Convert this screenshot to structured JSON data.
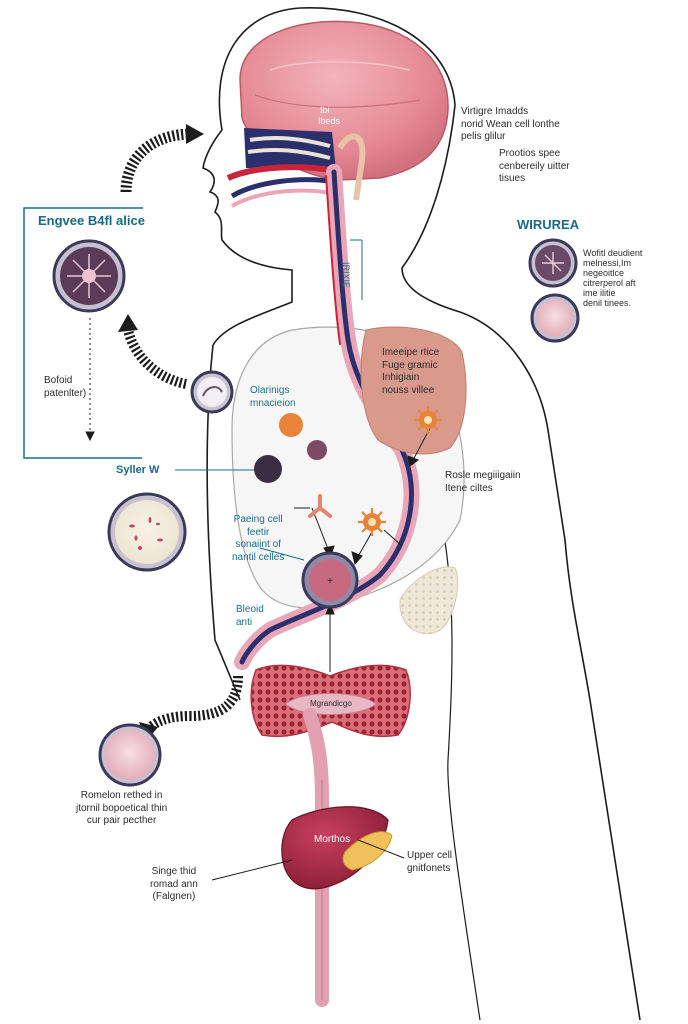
{
  "labels": {
    "brain_top": "Ibi",
    "brain_bottom": "Ibeds",
    "top_right_note_1": "Virtigre Imadds\nnorid Wean cell lonthe\npelis glilur",
    "top_right_note_2": "Prootios spee\ncenbereily uitter\ntisues",
    "left_box_title": "Engvee B4fl alice",
    "left_box_note": "Bofoid\npatenlter)",
    "right_heading": "WIRUREA",
    "right_cells_note": "Wofitl deudient\nmelnessi,Im\nnegeoitlce\ncitrerperol aft\nime ilitie\ndenil tinees.",
    "esophagus_label": "IRIXIE",
    "stomach_note": "Imeeipe rtice\nFuge gramic\nInhigiain\nnouss villee",
    "chest_note": "Olarinigs\nmnacieion",
    "left_side_label": "Syller W",
    "right_mid_note": "Rosle megiiigaiin\nItene ciltes",
    "center_note": "Paeing cell\nfeetir\nsonaiint of\nnantil celles",
    "blood_label": "Bleoid\nanti",
    "gland_label": "Mgrandicgo",
    "lower_left_note": "Romelon rethed in\njtornil bopoetical thin\ncur pair pecther",
    "liver_label": "Morthos",
    "liver_left_note": "Singe thid\nromad ann\n(Falgnen)",
    "liver_right_note": "Upper cell\ngnitfonets"
  },
  "colors": {
    "outline": "#1c1c1c",
    "brain": "#e58a95",
    "airway_navy": "#2b2f6b",
    "airway_red": "#c8243a",
    "tract_pink": "#e8a6b7",
    "liver": "#a02a45",
    "liver_yellow": "#efc15a",
    "gland": "#c23b4a",
    "accent_teal": "#1b6f86",
    "orange": "#e8843a",
    "plum": "#7d4a63",
    "dark_cell": "#3a2e44"
  }
}
